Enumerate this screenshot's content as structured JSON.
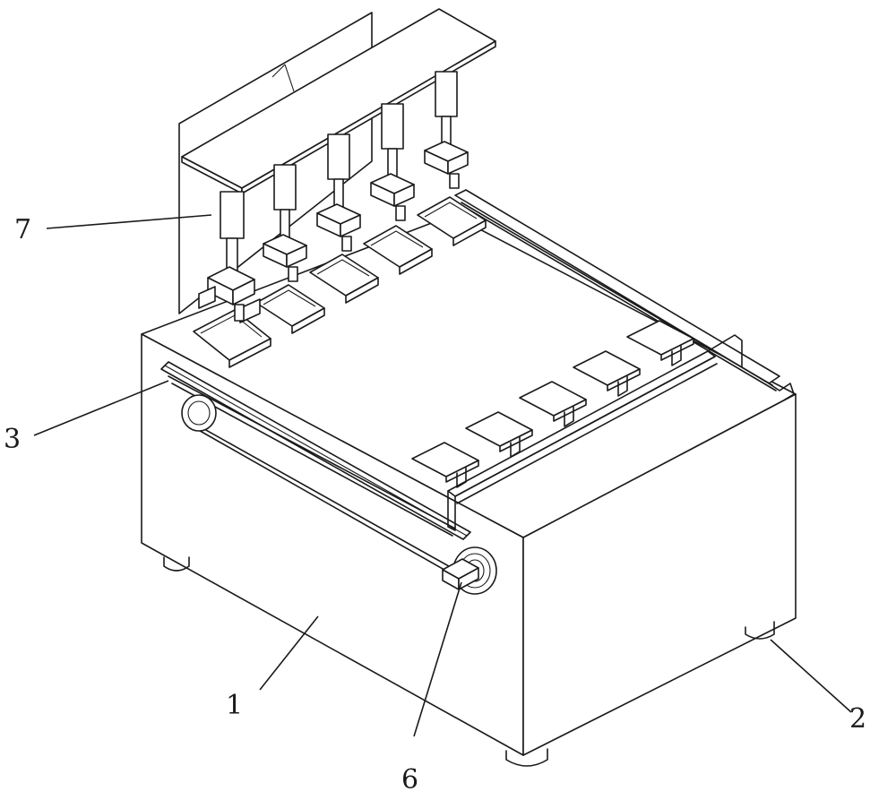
{
  "reference_labels": [
    {
      "id": "ref-1",
      "text": "1"
    },
    {
      "id": "ref-2",
      "text": "2"
    },
    {
      "id": "ref-3",
      "text": "3"
    },
    {
      "id": "ref-6",
      "text": "6"
    },
    {
      "id": "ref-7",
      "text": "7"
    }
  ]
}
